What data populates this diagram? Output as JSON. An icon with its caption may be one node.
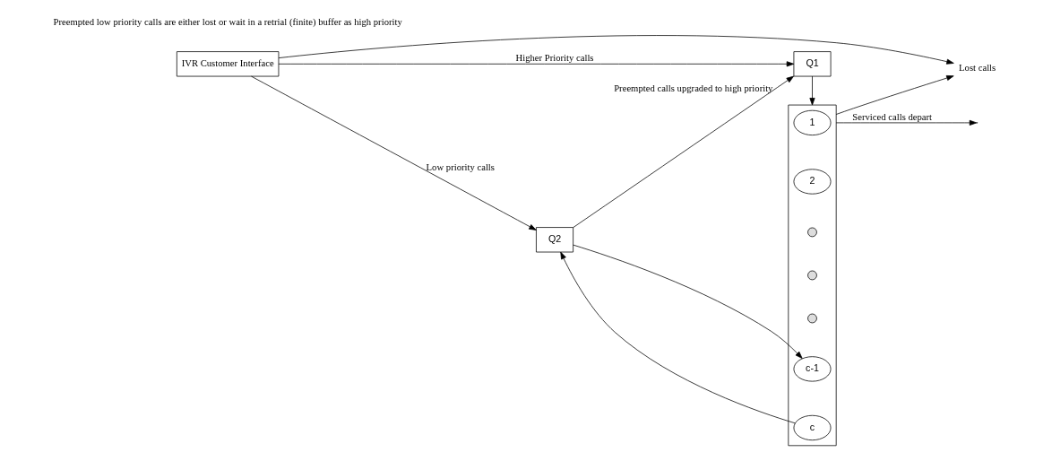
{
  "diagram": {
    "nodes": [
      {
        "text": [
          "Q1"
        ]
      },
      {
        "text": [],
        "shape": "box"
      },
      {
        "text": [
          "1"
        ],
        "in": 1
      },
      {
        "text": [
          "2"
        ],
        "in": 1
      },
      {
        "text": [],
        "shape": "circle",
        "in": 1
      },
      {
        "text": [],
        "shape": "circle",
        "in": 1
      },
      {
        "text": [],
        "shape": "circle",
        "in": 1
      },
      {
        "text": [
          "c-1"
        ],
        "in": 1
      },
      {
        "text": [
          "c"
        ],
        "in": 1
      },
      {
        "text": [
          "IVR Customer Interface"
        ]
      },
      {
        "text": [
          "Lost calls"
        ]
      },
      {
        "text": [
          "Q2"
        ]
      }
    ],
    "edges": [
      {
        "from": 9,
        "to": 0,
        "arrow": "to",
        "label": "Higher Priority calls"
      },
      {
        "from": 9,
        "to": 10,
        "arrow": "to"
      },
      {
        "from": 9,
        "to": 11,
        "arrow": "to",
        "label": "Low priority calls"
      },
      {
        "from": 0,
        "to": 1,
        "arrow": "to"
      },
      {
        "from": 11,
        "to": 0,
        "arrow": "to",
        "label": "Preempted calls upgraded to high priority"
      },
      {
        "from": 1,
        "to": 10,
        "arrow": "to"
      },
      {
        "from": 11,
        "to": 7,
        "arrow": "to"
      },
      {
        "from": 8,
        "to": 11,
        "arrow": "to"
      },
      {
        "from": 1,
        "to": null,
        "arrow": "to",
        "label": "Serviced calls depart"
      }
    ],
    "labels": [
      "Preempted low priority calls are either lost or wait in a retrial (finite) buffer as high priority"
    ]
  }
}
